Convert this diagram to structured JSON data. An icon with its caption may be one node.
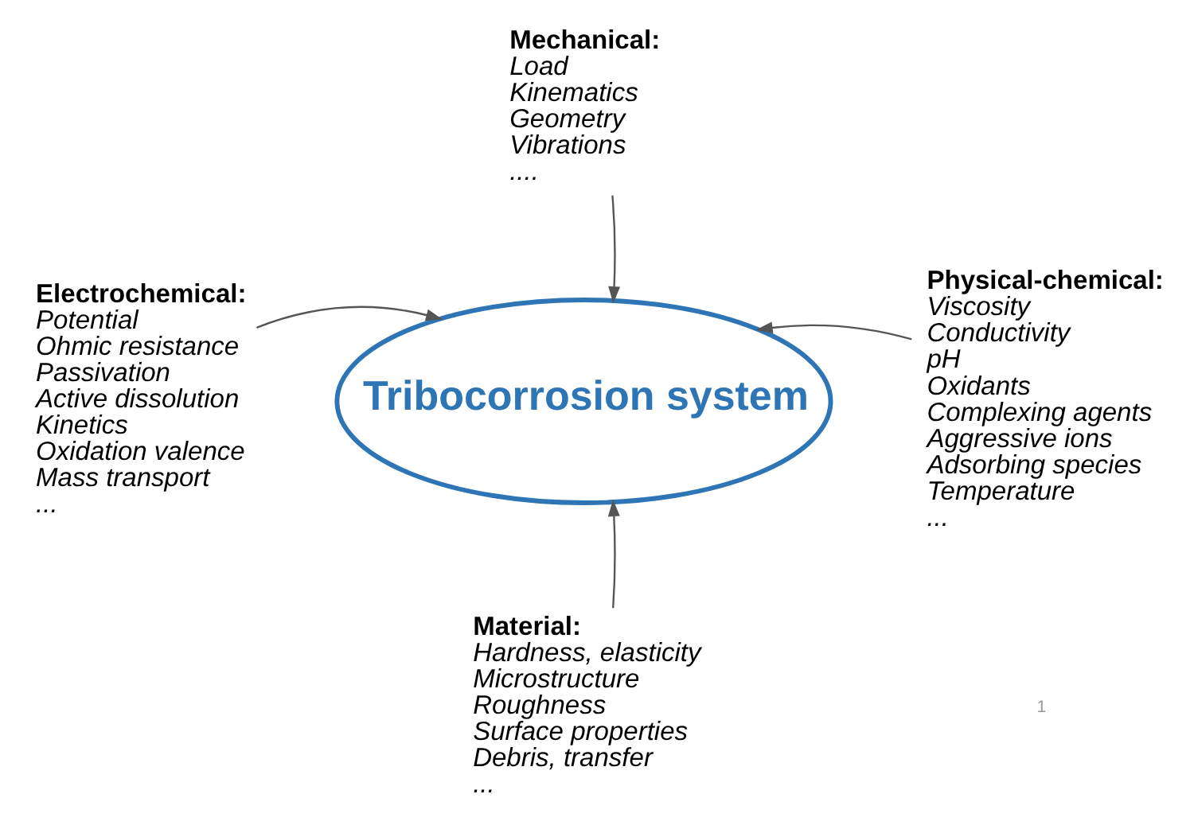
{
  "diagram": {
    "nodes": [
      {
        "text": [
          "Tribocorrosion system"
        ]
      },
      {
        "text": [
          "Mechanical:",
          "Load",
          "Kinematics",
          "Geometry",
          "Vibrations",
          "...."
        ]
      },
      {
        "text": [
          "Electrochemical:",
          "Potential",
          "Ohmic resistance",
          "Passivation",
          "Active dissolution",
          "Kinetics",
          "Oxidation valence",
          "Mass transport",
          "..."
        ]
      },
      {
        "text": [
          "Physical-chemical:",
          "Viscosity",
          "Conductivity",
          "pH",
          "Oxidants",
          "Complexing agents",
          "Aggressive ions",
          "Adsorbing species",
          "Temperature",
          "..."
        ]
      },
      {
        "text": [
          "Material:",
          "Hardness, elasticity",
          "Microstructure",
          "Roughness",
          "Surface properties",
          "Debris, transfer",
          "..."
        ]
      }
    ],
    "edges": [
      {
        "from": 1,
        "to": 0,
        "arrow": "to"
      },
      {
        "from": 2,
        "to": 0,
        "arrow": "to"
      },
      {
        "from": 3,
        "to": 0,
        "arrow": "to"
      },
      {
        "from": 4,
        "to": 0,
        "arrow": "to"
      }
    ],
    "labels": [
      "1"
    ]
  }
}
